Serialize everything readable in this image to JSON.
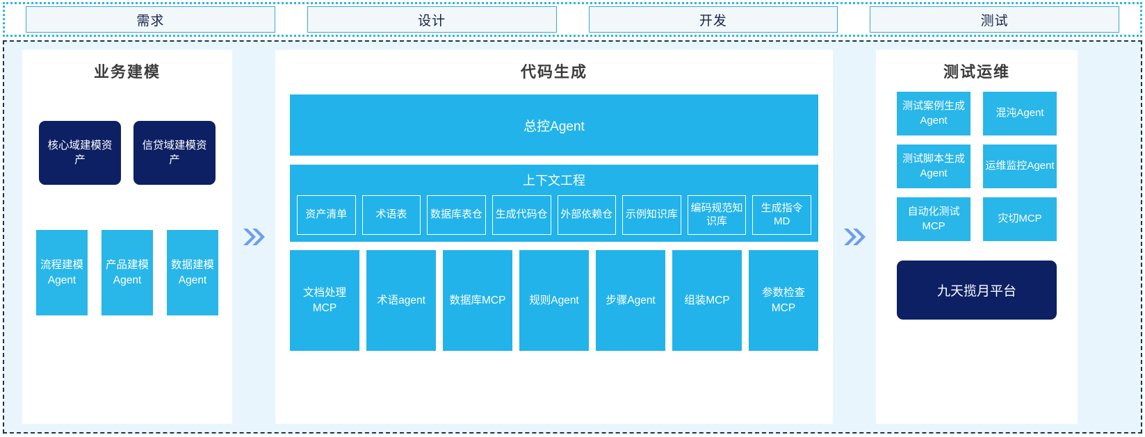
{
  "phases": {
    "items": [
      {
        "label": "需求"
      },
      {
        "label": "设计"
      },
      {
        "label": "开发"
      },
      {
        "label": "测试"
      }
    ]
  },
  "left_panel": {
    "title": "业务建模",
    "assets": [
      {
        "label": "核心域建模资产"
      },
      {
        "label": "信贷域建模资产"
      }
    ],
    "agents": [
      {
        "label": "流程建模Agent"
      },
      {
        "label": "产品建模Agent"
      },
      {
        "label": "数据建模Agent"
      }
    ]
  },
  "center_panel": {
    "title": "代码生成",
    "master_agent": "总控Agent",
    "context": {
      "title": "上下文工程",
      "cells": [
        {
          "label": "资产清单"
        },
        {
          "label": "术语表"
        },
        {
          "label": "数据库表仓"
        },
        {
          "label": "生成代码仓"
        },
        {
          "label": "外部依赖仓"
        },
        {
          "label": "示例知识库"
        },
        {
          "label": "编码规范知识库"
        },
        {
          "label": "生成指令MD"
        }
      ]
    },
    "tools": [
      {
        "label": "文档处理MCP"
      },
      {
        "label": "术语agent"
      },
      {
        "label": "数据库MCP"
      },
      {
        "label": "规则Agent"
      },
      {
        "label": "步骤Agent"
      },
      {
        "label": "组装MCP"
      },
      {
        "label": "参数检查MCP"
      }
    ]
  },
  "right_panel": {
    "title": "测试运维",
    "boxes": [
      {
        "label": "测试案例生成Agent"
      },
      {
        "label": "混沌Agent"
      },
      {
        "label": "测试脚本生成Agent"
      },
      {
        "label": "运维监控Agent"
      },
      {
        "label": "自动化测试MCP"
      },
      {
        "label": "灾切MCP"
      }
    ],
    "platform": "九天揽月平台"
  },
  "connectors": [
    {
      "icon": "double-chevron-right-icon"
    },
    {
      "icon": "double-chevron-right-icon"
    }
  ],
  "colors": {
    "accent_blue": "#22b3ea",
    "light_blue": "#29b6e8",
    "navy": "#0d2063",
    "panel_bg": "#e9f5fd",
    "arrow": "#6d9eeb",
    "phase_border": "#3ba8cf",
    "phase_fill": "#f2f7f9"
  }
}
